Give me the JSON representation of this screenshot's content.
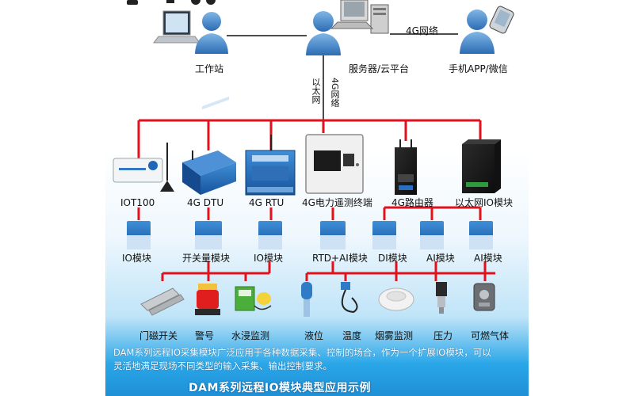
{
  "top": {
    "workstation": "工作站",
    "server": "服务器/云平台",
    "mobile": "手机APP/微信",
    "link_4g": "4G网络",
    "ethernet": "以太网",
    "network_4g": "4G网络"
  },
  "devices": [
    "IOT100",
    "4G DTU",
    "4G RTU",
    "4G电力遥测终端",
    "4G路由器",
    "以太网IO模块"
  ],
  "io_modules": [
    "IO模块",
    "开关量模块",
    "IO模块",
    "RTD+AI模块",
    "DI模块",
    "AI模块",
    "AI模块"
  ],
  "sensors": [
    "门磁开关",
    "警号",
    "水浸监测",
    "液位",
    "温度",
    "烟雾监测",
    "压力",
    "可燃气体"
  ],
  "description": "DAM系列远程IO采集模块广泛应用于各种数据采集、控制的场合，作为一个扩展IO模块，可以灵活地满足现场不同类型的输入采集、输出控制要求。",
  "footer_title": "DAM系列远程IO模块典型应用示例",
  "colors": {
    "bus": "#e3111b",
    "footer_blue": "#1f8fd6",
    "person": "#3d7fc4"
  }
}
